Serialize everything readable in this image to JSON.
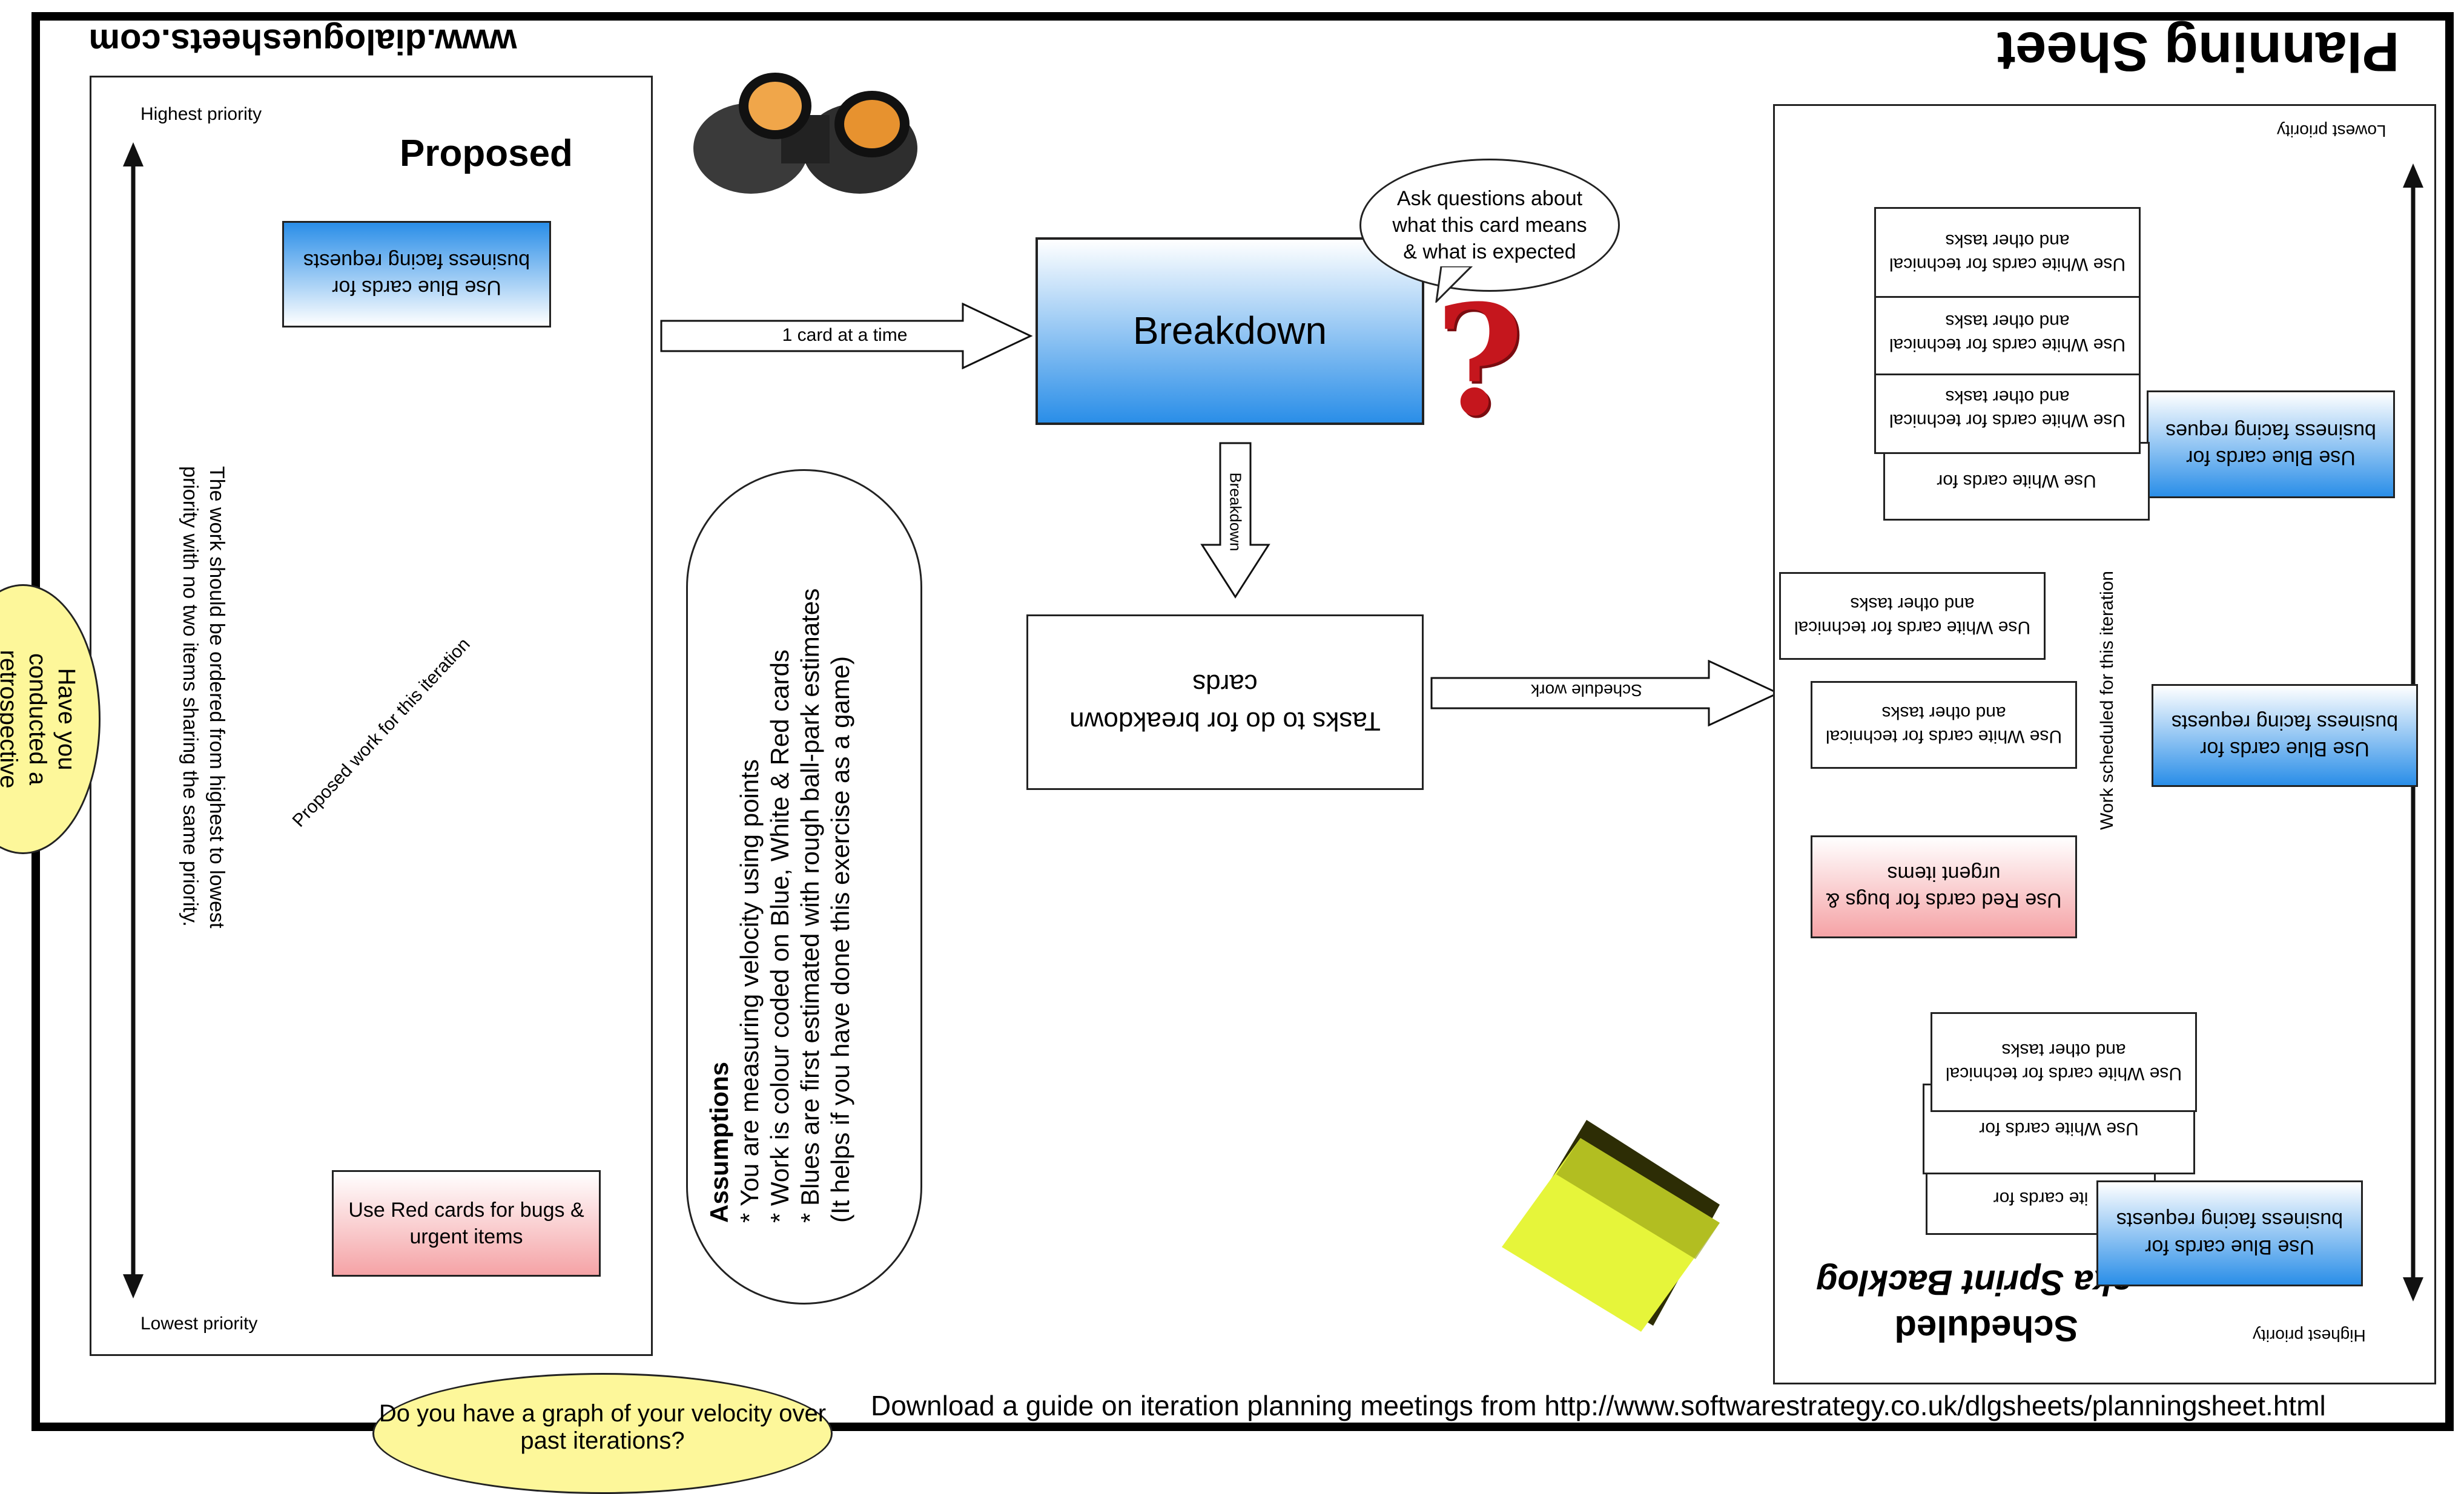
{
  "header": {
    "website": "www.dialoguesheets.com",
    "title": "Planning Sheet"
  },
  "proposed": {
    "heading": "Proposed",
    "highest_priority": "Highest priority",
    "lowest_priority": "Lowest priority",
    "ordering_note": "The work should be ordered from highest to lowest priority with no two items sharing the same priority.",
    "diagonal_label": "Proposed work for this iteration",
    "blue_card": "Use Blue cards for business facing requests",
    "red_card": "Use Red cards for bugs & urgent items"
  },
  "flow": {
    "arrow_label": "1 card at a time",
    "breakdown_box": "Breakdown",
    "question_bubble": "Ask questions about what this card means & what is expected",
    "down_arrow_label": "Breakdown",
    "tasks_card": "Tasks to do for breakdown cards",
    "schedule_arrow_label": "Schedule work"
  },
  "assumptions": {
    "title": "Assumptions",
    "lines": [
      "* You are measuring velocity using points",
      "* Work is colour coded on Blue, White &  Red cards",
      "* Blues are first estimated with rough ball-park estimates",
      "(It helps if you have done this exercise as a game)"
    ]
  },
  "scheduled": {
    "heading": "Scheduled",
    "subheading": "aka Sprint Backlog",
    "highest_priority": "Highest priority",
    "lowest_priority": "Lowest priority",
    "side_label": "Work scheduled for this iteration",
    "white_card": "Use White cards for technical and other tasks",
    "white_partial_a": "Use White cards for",
    "white_partial_b": "ite cards for",
    "blue_card": "Use Blue cards for business facing requests",
    "blue_card_cut": "Use Blue cards for business facing reques",
    "red_card": "Use Red cards for bugs & urgent items"
  },
  "clouds": {
    "retrospective": "Have you conducted a retrospective on",
    "velocity": "Do you have a graph of your velocity over past iterations?"
  },
  "footer": {
    "download": "Download a guide on iteration planning meetings from http://www.softwarestrategy.co.uk/dlgsheets/planningsheet.html"
  },
  "colors": {
    "blue": "#2a8ee8",
    "red": "#f5a3a6",
    "cloud": "#fdf79a",
    "sticky": "#e6f53a"
  },
  "icons": [
    "binoculars-icon",
    "question-mark-icon",
    "sticky-note-icon"
  ]
}
